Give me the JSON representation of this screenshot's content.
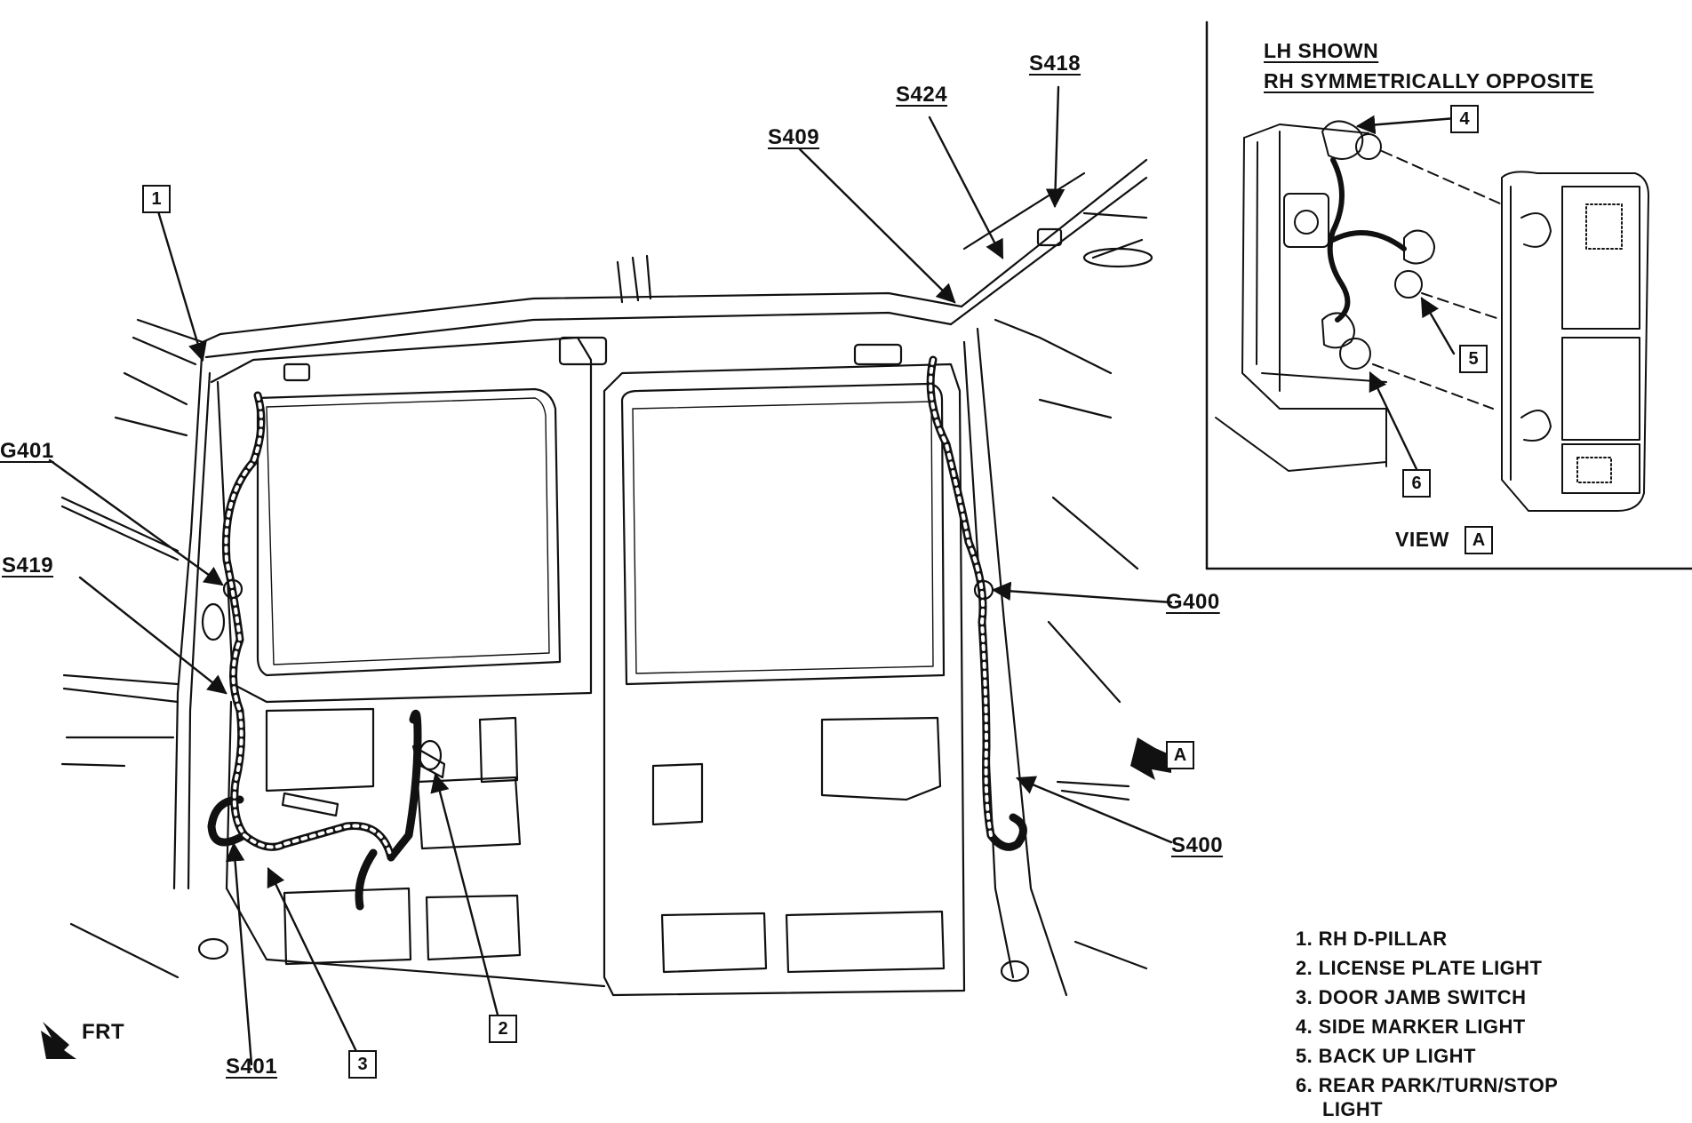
{
  "callouts": {
    "s418": "S418",
    "s424": "S424",
    "s409": "S409",
    "g401": "G401",
    "s419": "S419",
    "g400": "G400",
    "s400": "S400",
    "s401": "S401",
    "frt": "FRT",
    "view_a_marker": "A"
  },
  "item_boxes": {
    "n1": "1",
    "n2": "2",
    "n3": "3",
    "n4": "4",
    "n5": "5",
    "n6": "6"
  },
  "inset": {
    "line1": "LH SHOWN",
    "line2": "RH SYMMETRICALLY OPPOSITE",
    "view_label": "VIEW",
    "view_letter": "A"
  },
  "legend": [
    "1. RH D-PILLAR",
    "2. LICENSE PLATE LIGHT",
    "3. DOOR JAMB SWITCH",
    "4. SIDE MARKER LIGHT",
    "5. BACK UP LIGHT",
    "6. REAR PARK/TURN/STOP",
    "LIGHT"
  ]
}
